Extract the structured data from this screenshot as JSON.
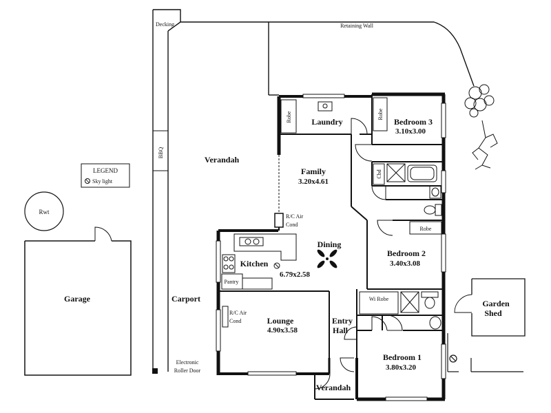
{
  "labels": {
    "decking": "Decking",
    "retaining_wall": "Retaining Wall",
    "bbq": "BBQ",
    "legend_title": "LEGEND",
    "legend_item": "Sky light",
    "rwt": "Rwt",
    "garage": "Garage",
    "verandah_top": "Verandah",
    "carport": "Carport",
    "electronic_roller_door": [
      "Electronic",
      "Roller Door"
    ],
    "laundry": "Laundry",
    "robe_laundry": "Robe",
    "bedroom3": "Bedroom 3",
    "bedroom3_dim": "3.10x3.00",
    "robe_bed3": "Robe",
    "family": "Family",
    "family_dim": "3.20x4.61",
    "cbd": "Cbd",
    "rc_air_cond_family": [
      "R/C Air",
      "Cond"
    ],
    "dining": "Dining",
    "robe_bed2": "Robe",
    "bedroom2": "Bedroom 2",
    "bedroom2_dim": "3.40x3.08",
    "kitchen": "Kitchen",
    "kitchen_dim": "6.79x2.58",
    "pantry": "Pantry",
    "rc_air_cond_lounge": [
      "R/C Air",
      "Cond"
    ],
    "lounge": "Lounge",
    "lounge_dim": "4.90x3.58",
    "entry_hall": [
      "Entry",
      "Hall"
    ],
    "wi_robe": "Wi Robe",
    "bedroom1": "Bedroom 1",
    "bedroom1_dim": "3.80x3.20",
    "garden_shed": [
      "Garden",
      "Shed"
    ],
    "verandah_bottom": "Verandah"
  }
}
